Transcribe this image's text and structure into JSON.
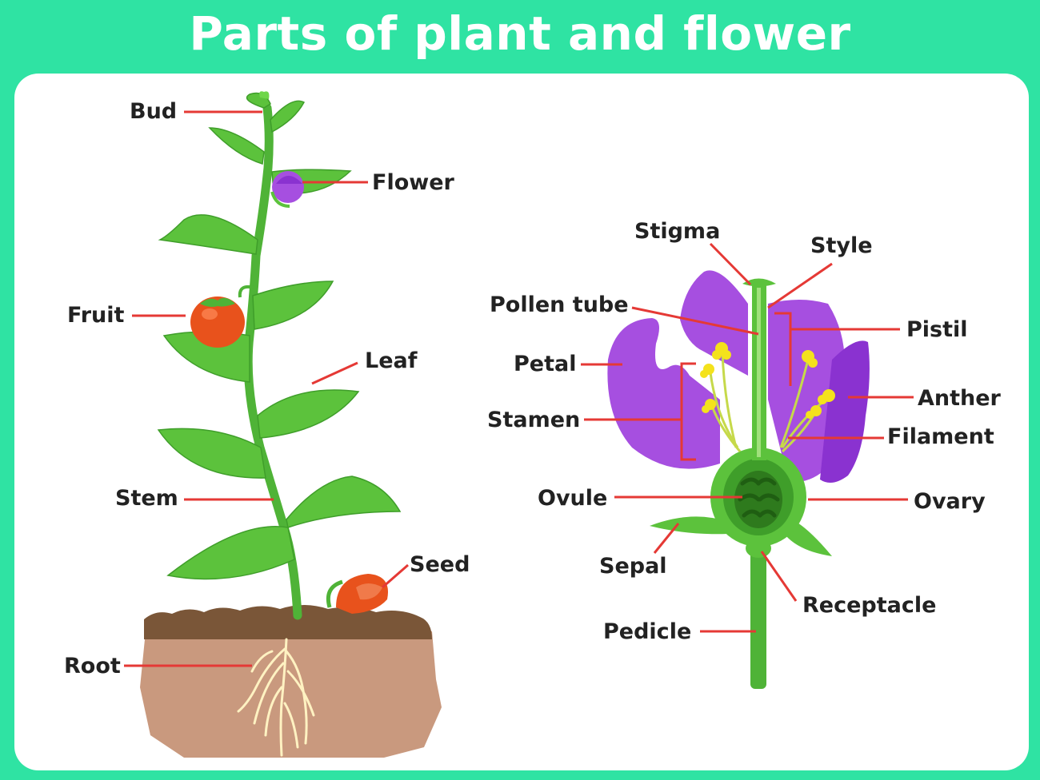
{
  "title": "Parts of plant and flower",
  "colors": {
    "background": "#2fe3a3",
    "panel": "#ffffff",
    "leader_line": "#e53935",
    "leaf": "#5cc23c",
    "leaf_dark": "#3f9e2a",
    "stem": "#4fb337",
    "flower_purple": "#a64fe0",
    "flower_purple_dark": "#8a32d0",
    "fruit": "#e8521c",
    "soil_top": "#7a5638",
    "soil_body": "#c9997e",
    "root": "#fff2c2",
    "anther": "#f4e21c"
  },
  "plant_labels": {
    "bud": "Bud",
    "flower": "Flower",
    "fruit": "Fruit",
    "leaf": "Leaf",
    "stem": "Stem",
    "seed": "Seed",
    "root": "Root"
  },
  "flower_labels": {
    "stigma": "Stigma",
    "style": "Style",
    "pollen_tube": "Pollen tube",
    "pistil": "Pistil",
    "petal": "Petal",
    "anther": "Anther",
    "stamen": "Stamen",
    "filament": "Filament",
    "ovule": "Ovule",
    "ovary": "Ovary",
    "sepal": "Sepal",
    "receptacle": "Receptacle",
    "pedicle": "Pedicle"
  }
}
